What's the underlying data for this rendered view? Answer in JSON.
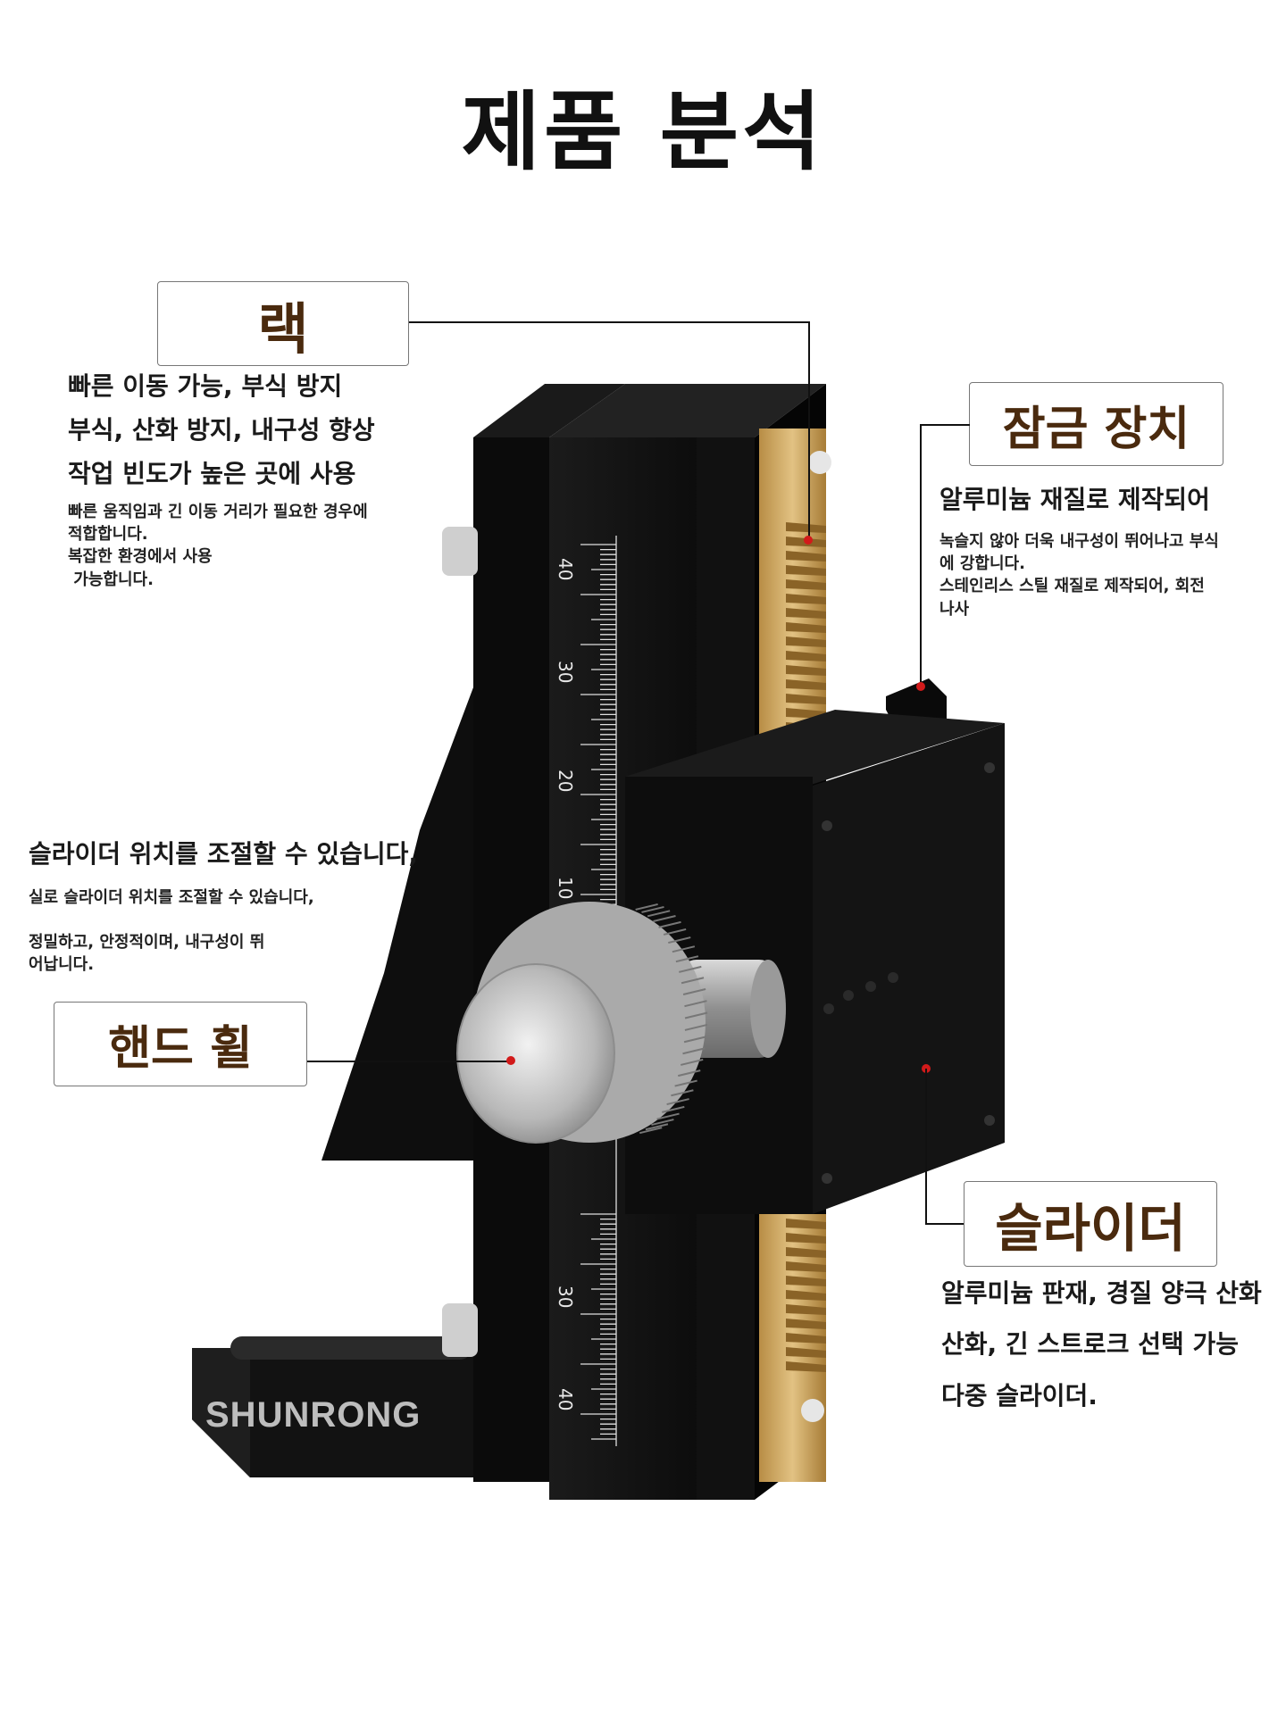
{
  "title": "제품 분석",
  "brand": "SHUNRONG",
  "colors": {
    "label_text": "#4a2a0e",
    "pointer_dot": "#d21a1a",
    "body_black": "#0d0d0d",
    "brass": "#c9a35a"
  },
  "scale": {
    "main_ticks": [
      "40",
      "30",
      "20",
      "10"
    ],
    "lower_ticks": [
      "30",
      "40"
    ],
    "slider_tick": "10"
  },
  "callouts": {
    "rack": {
      "label": "랙",
      "lines": [
        "빠른 이동 가능, 부식 방지",
        "부식, 산화 방지, 내구성 향상",
        "작업 빈도가 높은 곳에 사용"
      ],
      "detail": [
        "빠른 움직임과 긴 이동 거리가 필요한 경우에",
        "적합합니다.",
        "복잡한 환경에서 사용",
        " 가능합니다."
      ]
    },
    "lock": {
      "label": "잠금 장치",
      "lines": [
        "알루미늄 재질로 제작되어"
      ],
      "detail": [
        "녹슬지 않아 더욱 내구성이 뛰어나고 부식",
        "에 강합니다.",
        "스테인리스 스틸 재질로 제작되어, 회전",
        "나사"
      ]
    },
    "adjust": {
      "lines": [
        "슬라이더 위치를 조절할 수 있습니다,"
      ],
      "detail": [
        "실로 슬라이더 위치를 조절할 수 있습니다,",
        "",
        "정밀하고, 안정적이며, 내구성이 뛰",
        "어납니다."
      ]
    },
    "handwheel": {
      "label": "핸드 휠"
    },
    "slider": {
      "label": "슬라이더",
      "lines": [
        "알루미늄 판재, 경질 양극 산화",
        "산화, 긴 스트로크 선택 가능",
        "다중 슬라이더."
      ]
    }
  }
}
